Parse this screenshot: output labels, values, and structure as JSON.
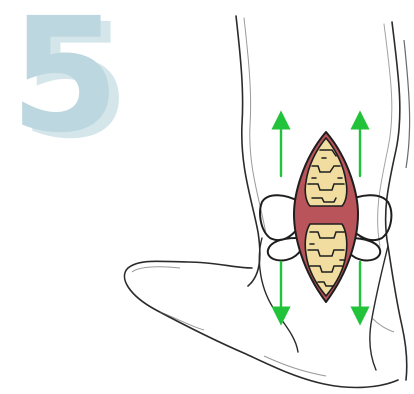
{
  "step": {
    "number": "5"
  },
  "colors": {
    "step_number": "#bcd7df",
    "step_number_shadow": "#d5e6eb",
    "outline": "#2b2b2b",
    "arrow": "#22c33a",
    "wound_red": "#b9545a",
    "tendon_cream": "#f1dda0"
  },
  "icons": {
    "step_badge": "step-number-5",
    "illustration": "ankle-heel-tendon-suture"
  }
}
